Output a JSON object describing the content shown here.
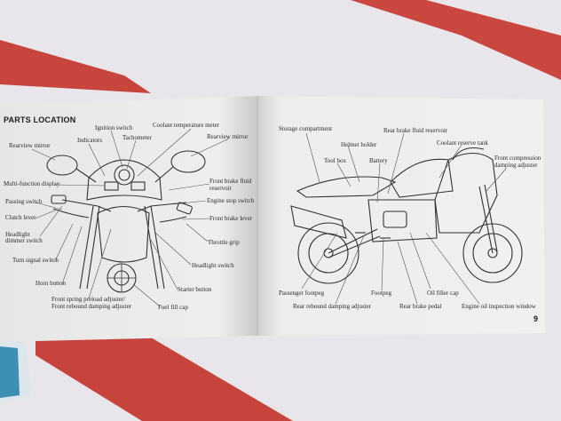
{
  "colors": {
    "background_fabric": "#e9e6ec",
    "stripe": "#c8453e",
    "page": "#efefef",
    "ink": "#2a2a2a"
  },
  "left_page": {
    "title": "PARTS LOCATION",
    "labels": {
      "rearview_mirror_left": "Rearview mirror",
      "indicators": "Indicators",
      "ignition_switch": "Ignition switch",
      "tachometer": "Tachometer",
      "coolant_temp_meter": "Coolant temperature meter",
      "rearview_mirror_right": "Rearview mirror",
      "multi_function_display": "Multi-function display",
      "passing_switch": "Passing switch",
      "clutch_lever": "Clutch lever",
      "headlight_dimmer": "Headlight dimmer switch",
      "turn_signal": "Turn signal switch",
      "horn_button": "Horn button",
      "front_spring_preload": "Front spring preload adjuster/",
      "front_rebound": "Front rebound damping adjuster",
      "fuel_fill_cap": "Fuel fill cap",
      "front_brake_fluid": "Front brake fluid",
      "front_brake_fluid_2": "reservoir",
      "engine_stop": "Engine stop switch",
      "front_brake_lever": "Front brake lever",
      "throttle_grip": "Throttle grip",
      "headlight_switch": "Headlight switch",
      "starter_button": "Starter button"
    }
  },
  "right_page": {
    "page_number": "9",
    "labels": {
      "storage_compartment": "Storage compartment",
      "rear_brake_fluid_reservoir": "Rear brake fluid reservoir",
      "helmet_holder": "Helmet holder",
      "tool_box": "Tool box",
      "battery": "Battery",
      "coolant_reserve_tank": "Coolant reserve tank",
      "front_compression": "Front compression",
      "front_compression_2": "damping adjuster",
      "passenger_footpeg": "Passenger footpeg",
      "footpeg": "Footpeg",
      "oil_filler_cap": "Oil filler cap",
      "rear_rebound": "Rear rebound damping adjuster",
      "rear_brake_pedal": "Rear brake pedal",
      "engine_oil_window": "Engine oil inspection window"
    }
  }
}
